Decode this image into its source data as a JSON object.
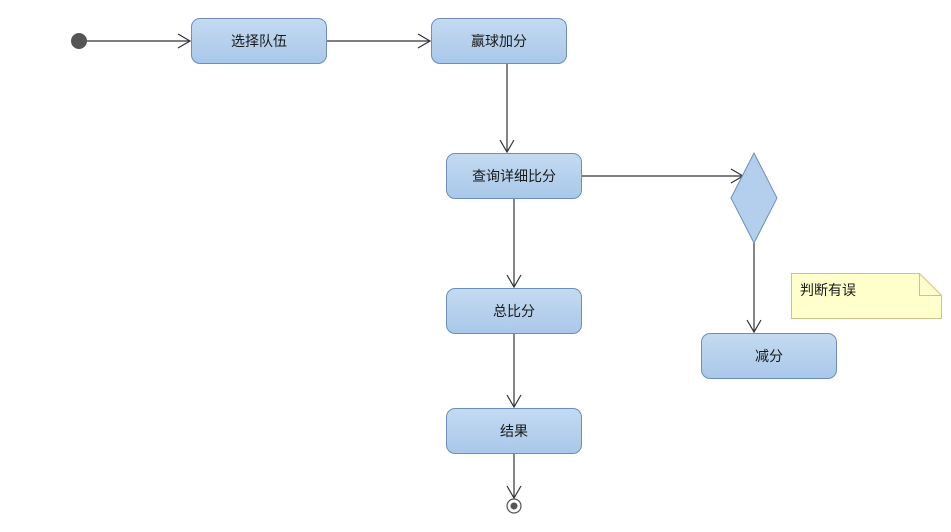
{
  "diagram": {
    "nodes": {
      "select_team": "选择队伍",
      "win_add_points": "赢球加分",
      "query_detail_score": "查询详细比分",
      "total_score": "总比分",
      "result": "结果",
      "deduct_points": "减分"
    },
    "note": {
      "text": "判断有误"
    },
    "colors": {
      "node_fill_top": "#c4daf1",
      "node_fill_bottom": "#a9c8e9",
      "node_border": "#6d8fba",
      "note_fill": "#ffffcc",
      "note_border": "#c8c48a",
      "edge": "#333333",
      "start_node": "#555555"
    }
  }
}
